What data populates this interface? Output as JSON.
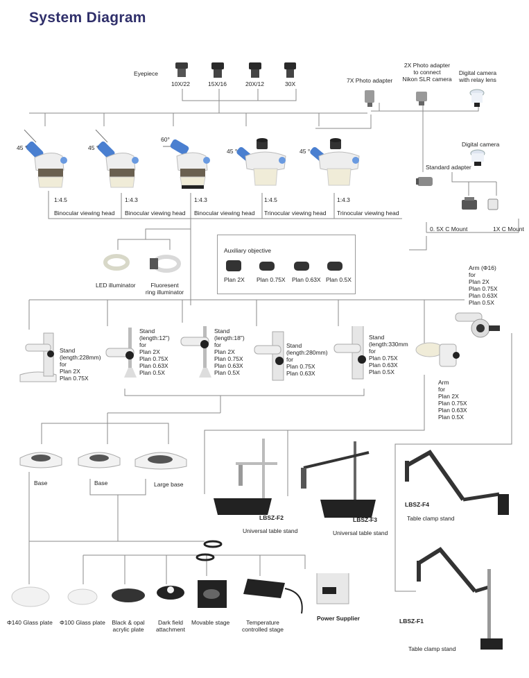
{
  "title": "System Diagram",
  "eyepiece": {
    "heading": "Eyepiece",
    "items": [
      "10X/22",
      "15X/16",
      "20X/12",
      "30X"
    ]
  },
  "photo": {
    "adapter_7x": "7X Photo  adapter",
    "adapter_2x": "2X Photo  adapter\nto connect\nNikon SLR camera",
    "digital_relay": "Digital camera\nwith relay lens",
    "digital_camera": "Digital camera",
    "standard_adapter": "Standard  adapter",
    "c_mount_05": "0. 5X C Mount",
    "c_mount_1": "1X C Mount"
  },
  "heads": {
    "angles": [
      "45 °",
      "45 °",
      "60°",
      "45 °",
      "45 °"
    ],
    "ratios": [
      "1:4.5",
      "1:4.3",
      "1:4.3",
      "1:4.5",
      "1:4.3"
    ],
    "names": [
      "Binocular viewing head",
      "Binocular viewing head",
      "Binocular viewing head",
      "Trinocular  viewing head",
      "Trinocular  viewing head"
    ]
  },
  "illuminators": {
    "led": "LED illuminator",
    "fluor": "Fluoresent\nring illuminator"
  },
  "aux": {
    "heading": "Auxiliary objective",
    "items": [
      "Plan 2X",
      "Plan 0.75X",
      "Plan 0.63X",
      "Plan 0.5X"
    ]
  },
  "arm16": "Arm (Φ16)\nfor\nPlan 2X\nPlan 0.75X\nPlan 0.63X\nPlan 0.5X",
  "stands": [
    "Stand\n(length:228mm)\nfor\nPlan 2X\nPlan 0.75X",
    "Stand\n(length:12\")\nfor\nPlan 2X\nPlan 0.75X\nPlan 0.63X\nPlan 0.5X",
    "Stand\n(length:18\")\nfor\nPlan 2X\nPlan 0.75X\nPlan 0.63X\nPlan 0.5X",
    "Stand\n(length:280mm)\nfor\nPlan 0.75X\nPlan 0.63X",
    "Stand\n(length:330mm\nfor\nPlan 0.75X\nPlan 0.63X\nPlan 0.5X"
  ],
  "arm": "Arm\nfor\nPlan 2X\nPlan 0.75X\nPlan 0.63X\nPlan 0.5X",
  "bases": [
    "Base",
    "Base",
    "Large base"
  ],
  "table_stands": {
    "f2_code": "LBSZ-F2",
    "f2_name": "Universal table stand",
    "f3_code": "LBSZ-F3",
    "f3_name": "Universal table stand",
    "f4_code": "LBSZ-F4",
    "f4_name": "Table clamp stand",
    "f1_code": "LBSZ-F1",
    "f1_name": "Table clamp stand"
  },
  "accessories": [
    "Φ140 Glass plate",
    "Φ100 Glass plate",
    "Black & opal\nacrylic plate",
    "Dark field\nattachment",
    "Movable stage",
    "Temperature\ncontrolled stage",
    "Power Supplier"
  ],
  "colors": {
    "title": "#2f2f6a",
    "line": "#8a8a8a",
    "blue": "#4a7fd0",
    "cream": "#f0ecd8"
  }
}
